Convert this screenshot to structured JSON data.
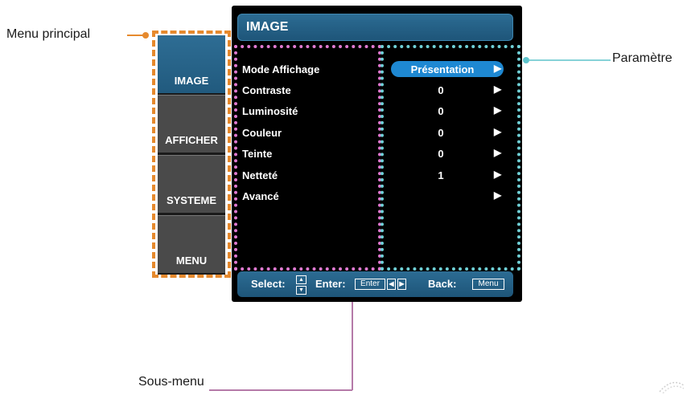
{
  "callouts": {
    "menu_principal": "Menu principal",
    "parametre": "Paramètre",
    "sous_menu": "Sous-menu"
  },
  "osd": {
    "header_title": "IMAGE",
    "main_menu": [
      {
        "label": "IMAGE",
        "active": true
      },
      {
        "label": "AFFICHER",
        "active": false
      },
      {
        "label": "SYSTEME",
        "active": false
      },
      {
        "label": "MENU",
        "active": false
      }
    ],
    "rows": [
      {
        "label": "Mode Affichage",
        "value": "Présentation",
        "selected": true
      },
      {
        "label": "Contraste",
        "value": "0"
      },
      {
        "label": "Luminosité",
        "value": "0"
      },
      {
        "label": "Couleur",
        "value": "0"
      },
      {
        "label": "Teinte",
        "value": "0"
      },
      {
        "label": "Netteté",
        "value": "1"
      },
      {
        "label": "Avancé",
        "value": ""
      }
    ],
    "footer": {
      "select_label": "Select:",
      "enter_label": "Enter:",
      "enter_key": "Enter",
      "back_label": "Back:",
      "back_key": "Menu"
    }
  },
  "colors": {
    "orange_frame": "#e68a2e",
    "pink_frame": "#e07ad1",
    "cyan_frame": "#6fd0d6",
    "pill_blue": "#1e88d2",
    "header_blue": "#2c6c93"
  }
}
